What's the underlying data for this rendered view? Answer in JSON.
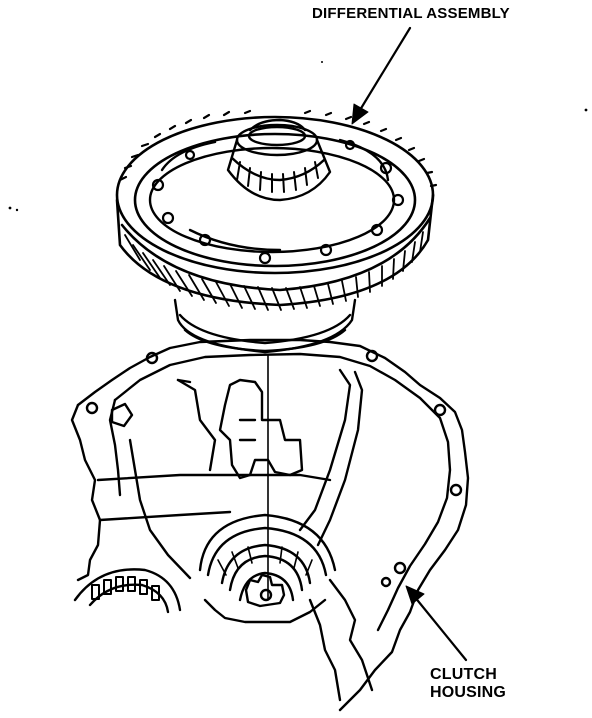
{
  "labels": {
    "differential_assembly": "DIFFERENTIAL ASSEMBLY",
    "clutch_line1": "CLUTCH",
    "clutch_line2": "HOUSING"
  },
  "colors": {
    "ink": "#000000",
    "paper": "#ffffff"
  }
}
